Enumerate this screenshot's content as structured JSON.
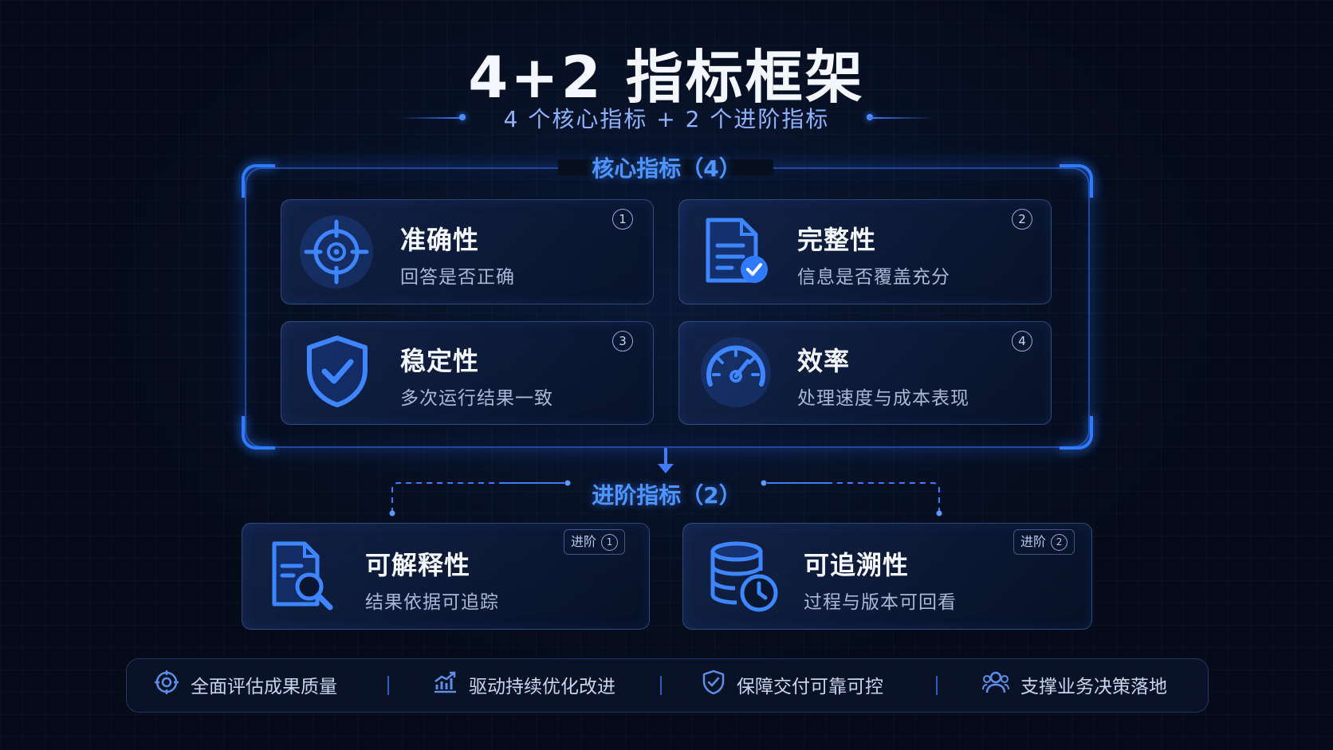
{
  "title": "4+2 指标框架",
  "subtitle": "4 个核心指标 + 2 个进阶指标",
  "core_section_label": "核心指标（4）",
  "advanced_section_label": "进阶指标（2）",
  "core_metrics": [
    {
      "number": "1",
      "title": "准确性",
      "desc": "回答是否正确",
      "icon": "target-icon"
    },
    {
      "number": "2",
      "title": "完整性",
      "desc": "信息是否覆盖充分",
      "icon": "document-check-icon"
    },
    {
      "number": "3",
      "title": "稳定性",
      "desc": "多次运行结果一致",
      "icon": "shield-check-icon"
    },
    {
      "number": "4",
      "title": "效率",
      "desc": "处理速度与成本表现",
      "icon": "speedometer-icon"
    }
  ],
  "advanced_metrics": [
    {
      "badge_text": "进阶",
      "number": "1",
      "title": "可解释性",
      "desc": "结果依据可追踪",
      "icon": "document-search-icon"
    },
    {
      "badge_text": "进阶",
      "number": "2",
      "title": "可追溯性",
      "desc": "过程与版本可回看",
      "icon": "database-clock-icon"
    }
  ],
  "footer_items": [
    {
      "label": "全面评估成果质量",
      "icon": "target-icon"
    },
    {
      "label": "驱动持续优化改进",
      "icon": "trend-chart-icon"
    },
    {
      "label": "保障交付可靠可控",
      "icon": "shield-check-icon"
    },
    {
      "label": "支撑业务决策落地",
      "icon": "users-icon"
    }
  ],
  "colors": {
    "accent": "#3d7bff",
    "label_blue": "#4f95ff",
    "background": "#050b18"
  }
}
